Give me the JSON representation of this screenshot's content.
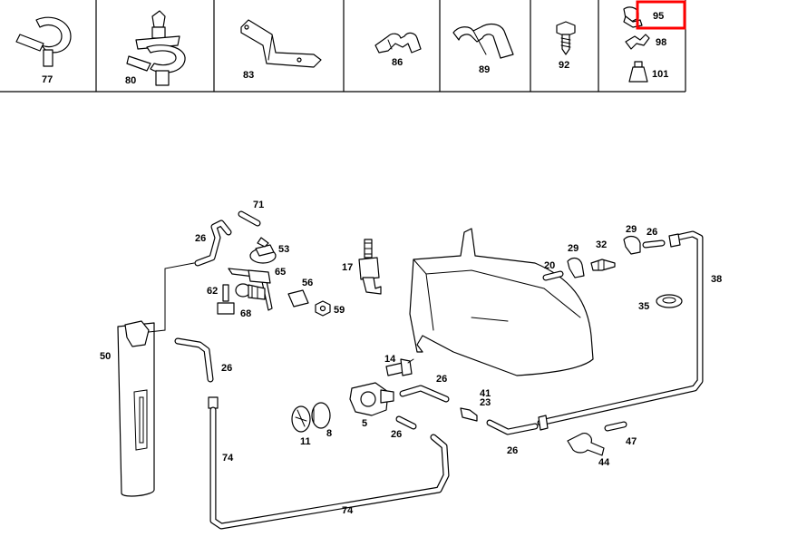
{
  "catalog_row": {
    "cells": [
      {
        "label": "77"
      },
      {
        "label": "80"
      },
      {
        "label": "83"
      },
      {
        "label": "86"
      },
      {
        "label": "89"
      },
      {
        "label": "92"
      },
      {
        "labels": [
          "95",
          "98",
          "101"
        ],
        "highlighted": "95"
      }
    ]
  },
  "highlight_color": "#ff0000",
  "diagram": {
    "part_labels": [
      "71",
      "26",
      "53",
      "65",
      "17",
      "62",
      "68",
      "56",
      "59",
      "50",
      "26",
      "14",
      "26",
      "41",
      "23",
      "11",
      "8",
      "5",
      "26",
      "26",
      "74",
      "74",
      "20",
      "29",
      "32",
      "29",
      "26",
      "38",
      "35",
      "47",
      "44"
    ]
  }
}
